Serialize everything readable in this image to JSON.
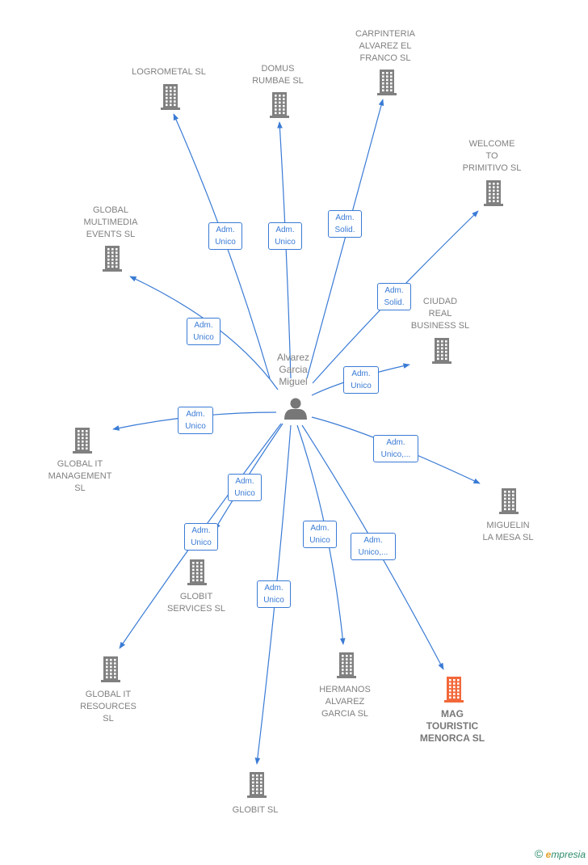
{
  "center": {
    "label": "Alvarez\nGarcia\nMiguel"
  },
  "colors": {
    "edge": "#3a7bd5",
    "building": "#808080",
    "highlight": "#f2683a"
  },
  "companies": [
    {
      "id": "logrometal",
      "label": "LOGROMETAL SL"
    },
    {
      "id": "domus",
      "label": "DOMUS\nRUMBAE  SL"
    },
    {
      "id": "carpinteria",
      "label": "CARPINTERIA\nALVAREZ EL\nFRANCO SL"
    },
    {
      "id": "welcome",
      "label": "WELCOME\nTO\nPRIMITIVO  SL"
    },
    {
      "id": "global-multimedia",
      "label": "GLOBAL\nMULTIMEDIA\nEVENTS SL"
    },
    {
      "id": "ciudad-real",
      "label": "CIUDAD\nREAL\nBUSINESS SL"
    },
    {
      "id": "global-it-management",
      "label": "GLOBAL IT\nMANAGEMENT\nSL"
    },
    {
      "id": "miguelin",
      "label": "MIGUELIN\nLA MESA  SL"
    },
    {
      "id": "globit-services",
      "label": "GLOBIT\nSERVICES SL"
    },
    {
      "id": "global-it-resources",
      "label": "GLOBAL IT\nRESOURCES\nSL"
    },
    {
      "id": "hermanos",
      "label": "HERMANOS\nALVAREZ\nGARCIA SL"
    },
    {
      "id": "mag-touristic",
      "label": "MAG\nTOURISTIC\nMENORCA  SL"
    },
    {
      "id": "globit",
      "label": "GLOBIT SL"
    }
  ],
  "edges": [
    {
      "to": "logrometal",
      "label": "Adm.\nUnico"
    },
    {
      "to": "domus",
      "label": "Adm.\nUnico"
    },
    {
      "to": "carpinteria",
      "label": "Adm.\nSolid."
    },
    {
      "to": "welcome",
      "label": "Adm.\nSolid."
    },
    {
      "to": "global-multimedia",
      "label": "Adm.\nUnico"
    },
    {
      "to": "ciudad-real",
      "label": "Adm.\nUnico"
    },
    {
      "to": "global-it-management",
      "label": "Adm.\nUnico"
    },
    {
      "to": "miguelin",
      "label": "Adm.\nUnico,..."
    },
    {
      "to": "globit-services",
      "label": "Adm.\nUnico"
    },
    {
      "to": "global-it-resources",
      "label": "Adm.\nUnico"
    },
    {
      "to": "hermanos",
      "label": "Adm.\nUnico"
    },
    {
      "to": "mag-touristic",
      "label": "Adm.\nUnico,..."
    },
    {
      "to": "globit",
      "label": "Adm.\nUnico"
    }
  ],
  "brand": {
    "copyright": "©",
    "e": "e",
    "rest": "mpresia"
  }
}
